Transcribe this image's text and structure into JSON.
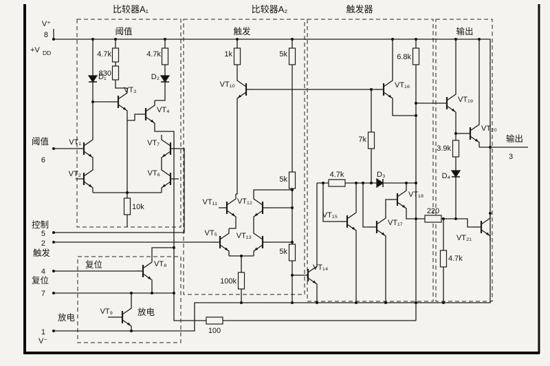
{
  "titles": {
    "a1": "比较器A₁",
    "a2": "比较器A₂",
    "ff": "触发器",
    "a1_inner": "阈值",
    "a2_inner": "触发",
    "out_inner": "输出",
    "reset_inner": "复位"
  },
  "pins": {
    "vplus": "V⁺",
    "p8": "8",
    "vdd_main": "+V",
    "vdd_sub": "DD",
    "threshold": "阈值",
    "p6": "6",
    "control": "控制",
    "p5": "5",
    "p2": "2",
    "trigger": "触发",
    "p4": "4",
    "reset": "复位",
    "p7": "7",
    "discharge": "放电",
    "p1": "1",
    "vminus": "V⁻",
    "output": "输出",
    "p3": "3"
  },
  "transistors": {
    "vt1": "VT₁",
    "vt2": "VT₂",
    "vt3": "VT₃",
    "vt4": "VT₄",
    "vt5": "VT₅",
    "vt6": "VT₆",
    "vt7": "VT₇",
    "vt8": "VT₈",
    "vt9": "VT₉",
    "vt10": "VT₁₀",
    "vt11": "VT₁₁",
    "vt12": "VT₁₂",
    "vt13": "VT₁₃",
    "vt14": "VT₁₄",
    "vt15": "VT₁₅",
    "vt16": "VT₁₆",
    "vt17": "VT₁₇",
    "vt18": "VT₁₈",
    "vt19": "VT₁₉",
    "vt20": "VT₂₀",
    "vt21": "VT₂₁"
  },
  "diodes": {
    "d1": "D₁",
    "d2": "D₂",
    "d3": "D₃",
    "d4": "D₄"
  },
  "resistors": {
    "r1": "4.7k",
    "r1b": "830",
    "r2": "4.7k",
    "r3": "10k",
    "r4": "1k",
    "r5": "5k",
    "r6": "5k",
    "r7": "5k",
    "r8": "100k",
    "r9": "4.7k",
    "r10": "7k",
    "r11": "6.8k",
    "r12": "3.9k",
    "r13": "220",
    "r14": "4.7k",
    "r15": "100"
  },
  "misc": {
    "discharge_inner": "放电"
  }
}
